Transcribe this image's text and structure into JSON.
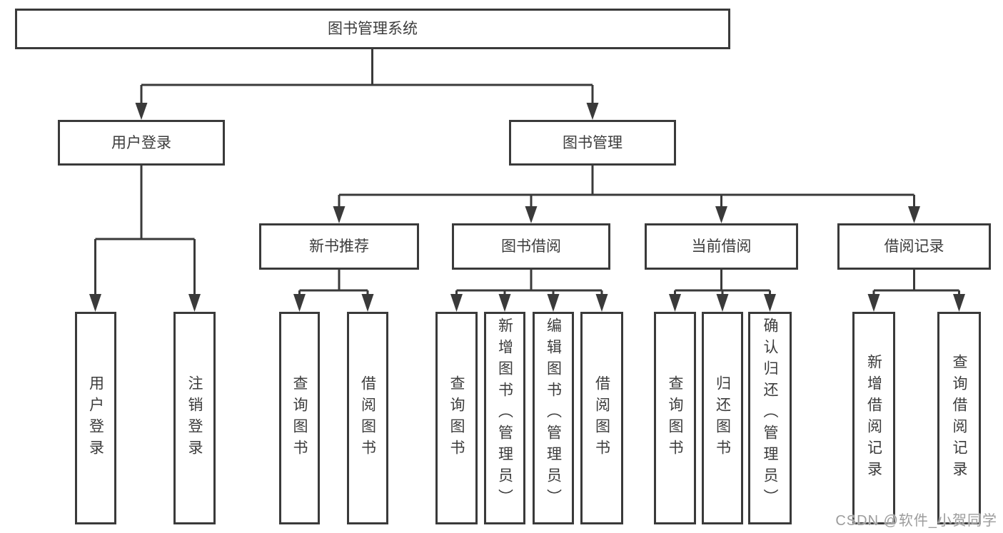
{
  "diagram": {
    "root": {
      "label": "图书管理系统"
    },
    "branches": [
      {
        "label": "用户登录",
        "leaves": [
          {
            "label": "用户登录"
          },
          {
            "label": "注销登录"
          }
        ]
      },
      {
        "label": "图书管理",
        "groups": [
          {
            "label": "新书推荐",
            "leaves": [
              {
                "label": "查询图书"
              },
              {
                "label": "借阅图书"
              }
            ]
          },
          {
            "label": "图书借阅",
            "leaves": [
              {
                "label": "查询图书"
              },
              {
                "label": "新增图书（管理员）"
              },
              {
                "label": "编辑图书（管理员）"
              },
              {
                "label": "借阅图书"
              }
            ]
          },
          {
            "label": "当前借阅",
            "leaves": [
              {
                "label": "查询图书"
              },
              {
                "label": "归还图书"
              },
              {
                "label": "确认归还（管理员）"
              }
            ]
          },
          {
            "label": "借阅记录",
            "leaves": [
              {
                "label": "新增借阅记录"
              },
              {
                "label": "查询借阅记录"
              }
            ]
          }
        ]
      }
    ]
  },
  "watermark": {
    "text": "CSDN @软件_小贺同学"
  },
  "colors": {
    "line": "#3a3a3a",
    "text": "#3c3c3c",
    "background": "#ffffff",
    "watermark": "#949494"
  }
}
